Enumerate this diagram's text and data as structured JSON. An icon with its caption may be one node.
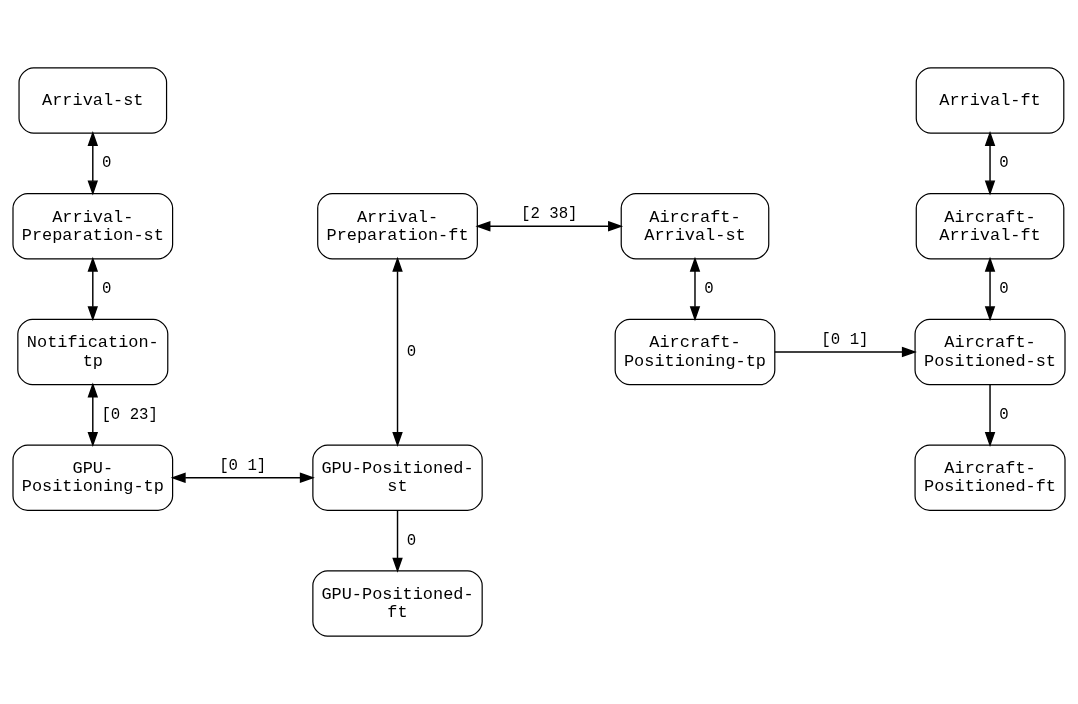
{
  "diagram": {
    "nodes": [
      {
        "text": [
          "Arrival-st"
        ]
      },
      {
        "text": [
          "Arrival-ft"
        ]
      },
      {
        "text": [
          "Arrival- Preparation-st"
        ]
      },
      {
        "text": [
          "Arrival- Preparation-ft"
        ]
      },
      {
        "text": [
          "Aircraft- Arrival-st"
        ]
      },
      {
        "text": [
          "Aircraft- Arrival-ft"
        ]
      },
      {
        "text": [
          "Notification- tp"
        ]
      },
      {
        "text": [
          "Aircraft- Positioning-tp"
        ]
      },
      {
        "text": [
          "Aircraft- Positioned-st"
        ]
      },
      {
        "text": [
          "GPU- Positioning-tp"
        ]
      },
      {
        "text": [
          "GPU-Positioned- st"
        ]
      },
      {
        "text": [
          "Aircraft- Positioned-ft"
        ]
      },
      {
        "text": [
          "GPU-Positioned- ft"
        ]
      }
    ],
    "edges": [
      {
        "from": 0,
        "to": 2,
        "arrow": "both",
        "label": "0"
      },
      {
        "from": 1,
        "to": 5,
        "arrow": "both",
        "label": "0"
      },
      {
        "from": 3,
        "to": 4,
        "arrow": "both",
        "label": "[2 38]"
      },
      {
        "from": 2,
        "to": 6,
        "arrow": "both",
        "label": "0"
      },
      {
        "from": 4,
        "to": 7,
        "arrow": "both",
        "label": "0"
      },
      {
        "from": 5,
        "to": 8,
        "arrow": "both",
        "label": "0"
      },
      {
        "from": 7,
        "to": 8,
        "arrow": "to",
        "label": "[0 1]"
      },
      {
        "from": 3,
        "to": 10,
        "arrow": "both",
        "label": "0"
      },
      {
        "from": 6,
        "to": 9,
        "arrow": "both",
        "label": "[0 23]"
      },
      {
        "from": 9,
        "to": 10,
        "arrow": "both",
        "label": "[0 1]"
      },
      {
        "from": 10,
        "to": 12,
        "arrow": "to",
        "label": "0"
      },
      {
        "from": 8,
        "to": 11,
        "arrow": "to",
        "label": "0"
      }
    ]
  }
}
